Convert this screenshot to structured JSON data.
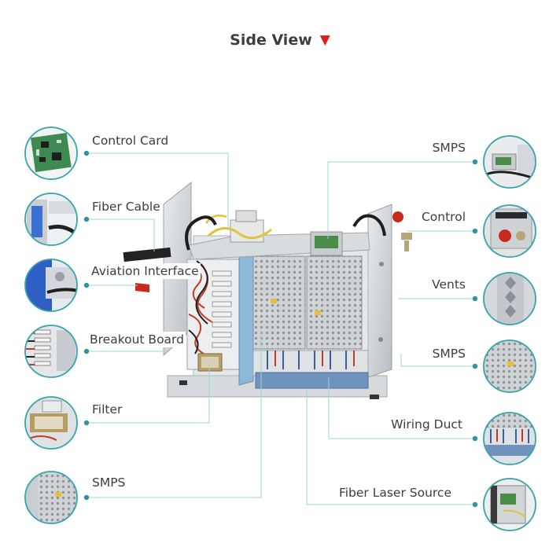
{
  "title": "Side View",
  "title_marker_icon": "red-down-triangle-icon",
  "accent_color": "#e41b1b",
  "leader_color": "#9fd2d8",
  "dot_color": "#2e93a0",
  "labels_left": [
    {
      "text": "Control Card",
      "thumb_icon": "control-card-thumbnail"
    },
    {
      "text": "Fiber Cable",
      "thumb_icon": "fiber-cable-thumbnail"
    },
    {
      "text": "Aviation Interface",
      "thumb_icon": "aviation-interface-thumbnail"
    },
    {
      "text": "Breakout Board",
      "thumb_icon": "breakout-board-thumbnail"
    },
    {
      "text": "Filter",
      "thumb_icon": "filter-thumbnail"
    },
    {
      "text": "SMPS",
      "thumb_icon": "smps-thumbnail"
    }
  ],
  "labels_right": [
    {
      "text": "SMPS",
      "thumb_icon": "smps-thumbnail"
    },
    {
      "text": "Control",
      "thumb_icon": "control-thumbnail"
    },
    {
      "text": "Vents",
      "thumb_icon": "vents-thumbnail"
    },
    {
      "text": "SMPS",
      "thumb_icon": "smps-thumbnail"
    },
    {
      "text": "Wiring Duct",
      "thumb_icon": "wiring-duct-thumbnail"
    },
    {
      "text": "Fiber Laser Source",
      "thumb_icon": "fiber-laser-source-thumbnail"
    }
  ]
}
